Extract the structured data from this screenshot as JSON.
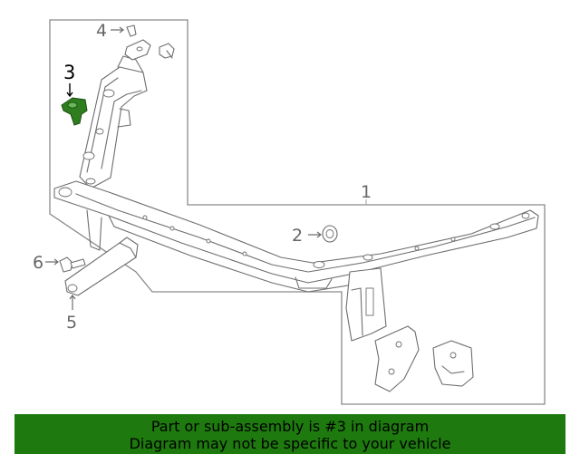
{
  "diagram": {
    "callouts": {
      "c1": "1",
      "c2": "2",
      "c3": "3",
      "c4": "4",
      "c5": "5",
      "c6": "6"
    },
    "highlight_part": "3",
    "highlight_color": "#2e7d1e"
  },
  "banner": {
    "line1": "Part or sub-assembly is #3 in diagram",
    "line2": "Diagram may not be specific to your vehicle",
    "background": "#1e7a0e"
  }
}
